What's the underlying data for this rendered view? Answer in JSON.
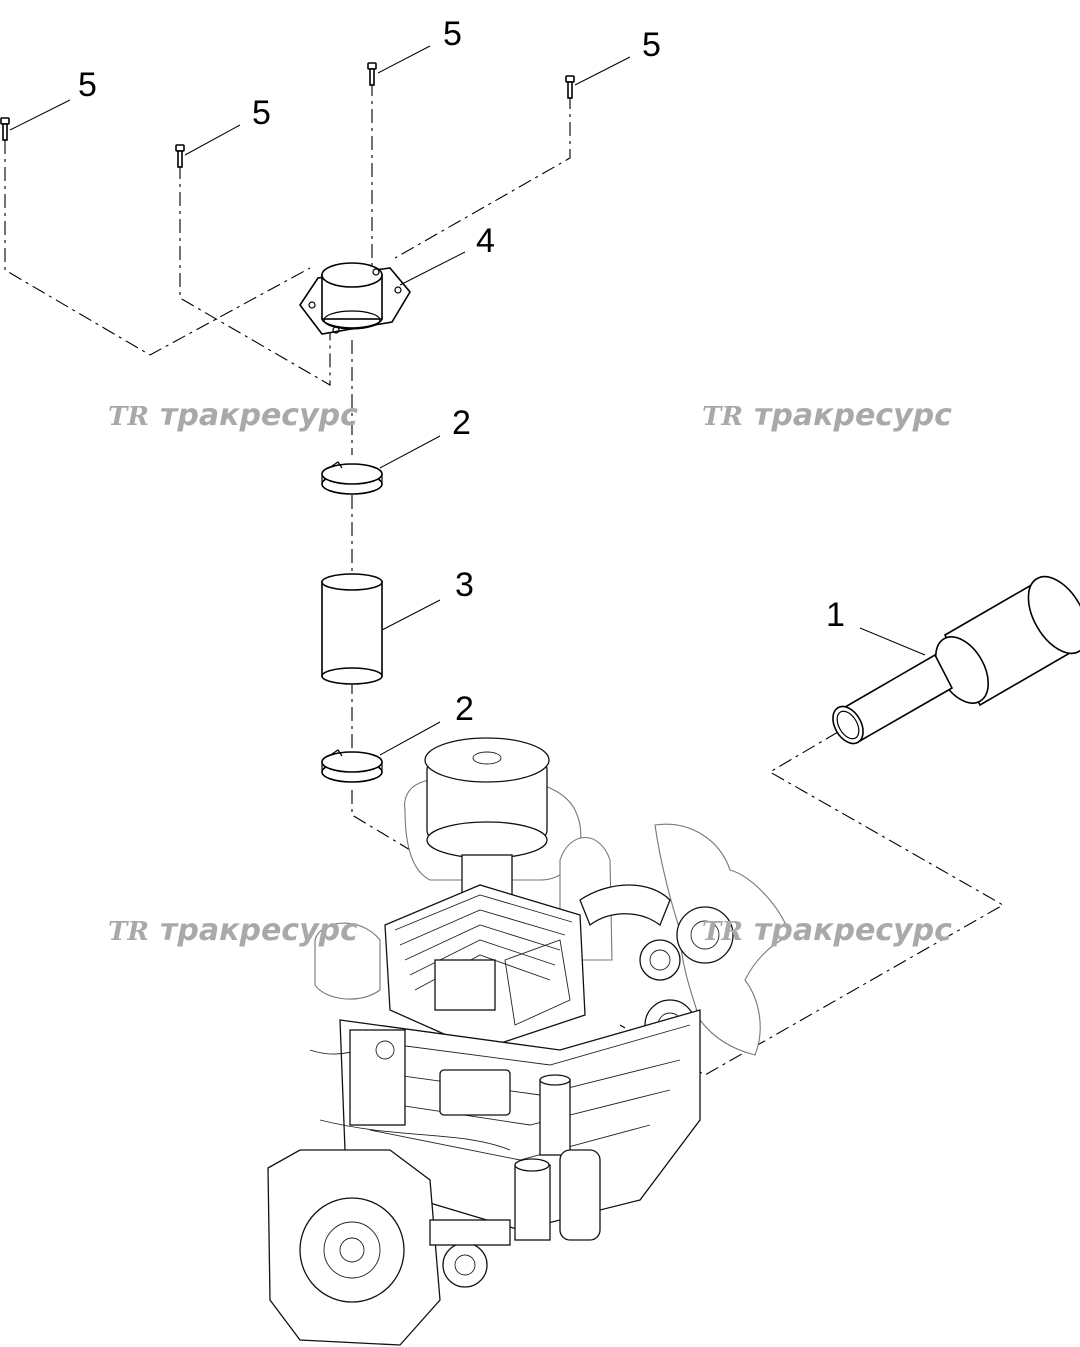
{
  "callouts": [
    {
      "id": "c5a",
      "text": "5"
    },
    {
      "id": "c5b",
      "text": "5"
    },
    {
      "id": "c5c",
      "text": "5"
    },
    {
      "id": "c5d",
      "text": "5"
    },
    {
      "id": "c4",
      "text": "4"
    },
    {
      "id": "c2a",
      "text": "2"
    },
    {
      "id": "c3",
      "text": "3"
    },
    {
      "id": "c2b",
      "text": "2"
    },
    {
      "id": "c1",
      "text": "1"
    }
  ],
  "watermark": {
    "logo": "TR",
    "brand": "тракресурс"
  },
  "colors": {
    "line": "#000000",
    "watermark": "#a9a9a9",
    "background": "#ffffff"
  }
}
